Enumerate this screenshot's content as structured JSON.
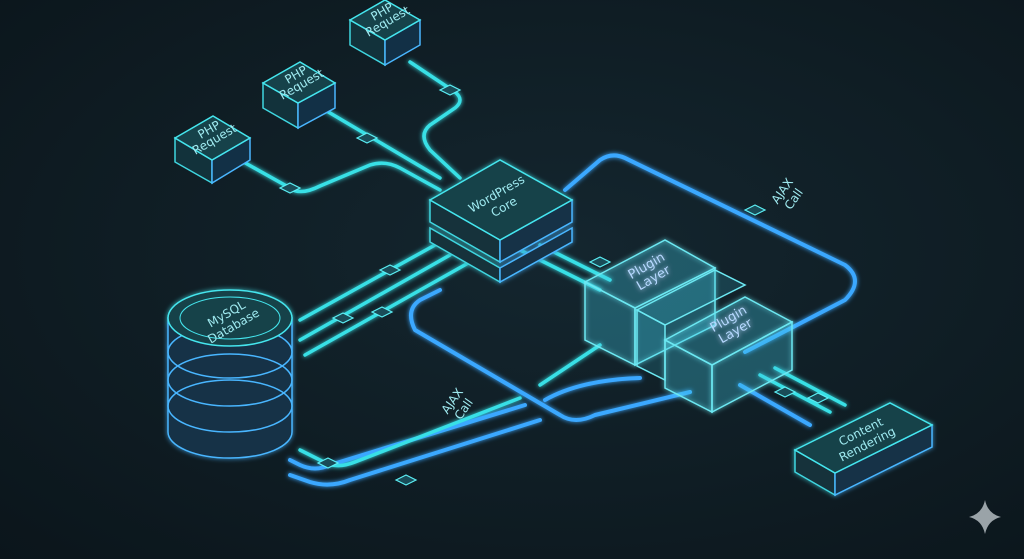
{
  "php_requests": [
    {
      "label_line1": "PHP",
      "label_line2": "Request"
    },
    {
      "label_line1": "PHP",
      "label_line2": "Request"
    },
    {
      "label_line1": "PHP",
      "label_line2": "Request"
    }
  ],
  "core": {
    "label_line1": "WordPress",
    "label_line2": "Core"
  },
  "plugins": [
    {
      "label_line1": "Plugin",
      "label_line2": "Layer"
    },
    {
      "label_line1": "Plugin",
      "label_line2": "Layer"
    }
  ],
  "database": {
    "label_line1": "MySQL",
    "label_line2": "Database"
  },
  "ajax": [
    {
      "label_line1": "AJAX",
      "label_line2": "Call"
    },
    {
      "label_line1": "AJAX",
      "label_line2": "Call"
    }
  ],
  "output": {
    "label_line1": "Content",
    "label_line2": "Rendering"
  },
  "colors": {
    "background": "#0f1d24",
    "cyan": "#45e6ee",
    "blue": "#3aa8ff"
  }
}
